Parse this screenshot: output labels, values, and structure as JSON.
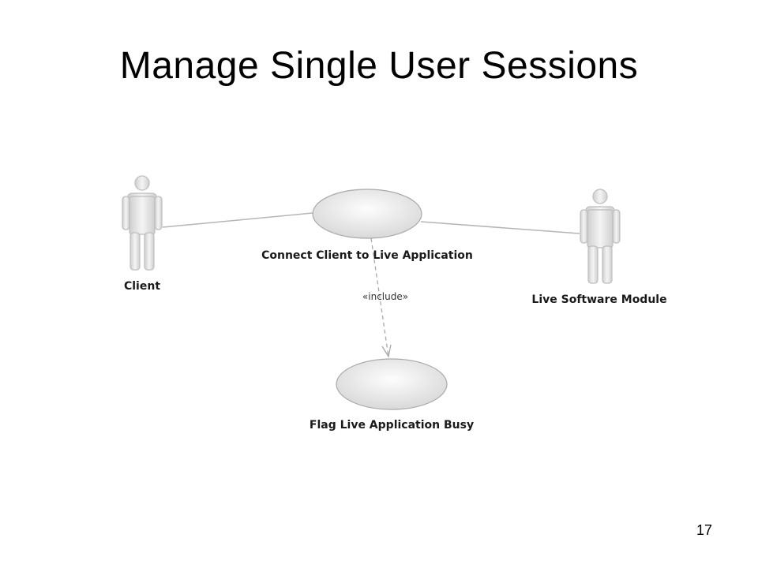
{
  "slide": {
    "title": "Manage Single User Sessions",
    "page_number": "17"
  },
  "diagram": {
    "type": "use-case",
    "actors": [
      {
        "id": "client",
        "label": "Client",
        "icon": "stick-figure-icon"
      },
      {
        "id": "live-software-module",
        "label": "Live Software Module",
        "icon": "stick-figure-icon"
      }
    ],
    "use_cases": [
      {
        "id": "connect-client",
        "label": "Connect Client to Live Application"
      },
      {
        "id": "flag-busy",
        "label": "Flag Live Application Busy"
      }
    ],
    "relationships": [
      {
        "from": "client",
        "to": "connect-client",
        "kind": "association"
      },
      {
        "from": "live-software-module",
        "to": "connect-client",
        "kind": "association"
      },
      {
        "from": "connect-client",
        "to": "flag-busy",
        "kind": "include",
        "label": "«include»"
      }
    ],
    "colors": {
      "line": "#b5b5b5",
      "figure_fill": "#e6e6e6",
      "figure_stroke": "#bdbdbd",
      "ellipse_stroke": "#a9a9a9"
    }
  }
}
